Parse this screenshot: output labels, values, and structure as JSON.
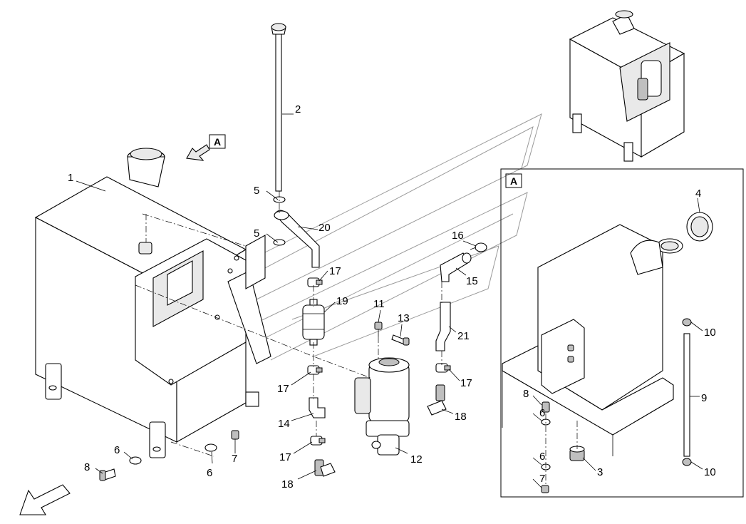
{
  "view_marker": "A",
  "detail_view_label": "A",
  "callouts": [
    {
      "id": "c1",
      "text": "1"
    },
    {
      "id": "c2",
      "text": "2"
    },
    {
      "id": "c3",
      "text": "3"
    },
    {
      "id": "c4",
      "text": "4"
    },
    {
      "id": "c5a",
      "text": "5"
    },
    {
      "id": "c5b",
      "text": "5"
    },
    {
      "id": "c6a",
      "text": "6"
    },
    {
      "id": "c6b",
      "text": "6"
    },
    {
      "id": "c6c",
      "text": "6"
    },
    {
      "id": "c6d",
      "text": "6"
    },
    {
      "id": "c7a",
      "text": "7"
    },
    {
      "id": "c7b",
      "text": "7"
    },
    {
      "id": "c8a",
      "text": "8"
    },
    {
      "id": "c8b",
      "text": "8"
    },
    {
      "id": "c9",
      "text": "9"
    },
    {
      "id": "c10a",
      "text": "10"
    },
    {
      "id": "c10b",
      "text": "10"
    },
    {
      "id": "c11",
      "text": "11"
    },
    {
      "id": "c12",
      "text": "12"
    },
    {
      "id": "c13",
      "text": "13"
    },
    {
      "id": "c14",
      "text": "14"
    },
    {
      "id": "c15",
      "text": "15"
    },
    {
      "id": "c16",
      "text": "16"
    },
    {
      "id": "c17a",
      "text": "17"
    },
    {
      "id": "c17b",
      "text": "17"
    },
    {
      "id": "c17c",
      "text": "17"
    },
    {
      "id": "c17d",
      "text": "17"
    },
    {
      "id": "c18a",
      "text": "18"
    },
    {
      "id": "c18b",
      "text": "18"
    },
    {
      "id": "c19",
      "text": "19"
    },
    {
      "id": "c20",
      "text": "20"
    },
    {
      "id": "c21",
      "text": "21"
    }
  ]
}
